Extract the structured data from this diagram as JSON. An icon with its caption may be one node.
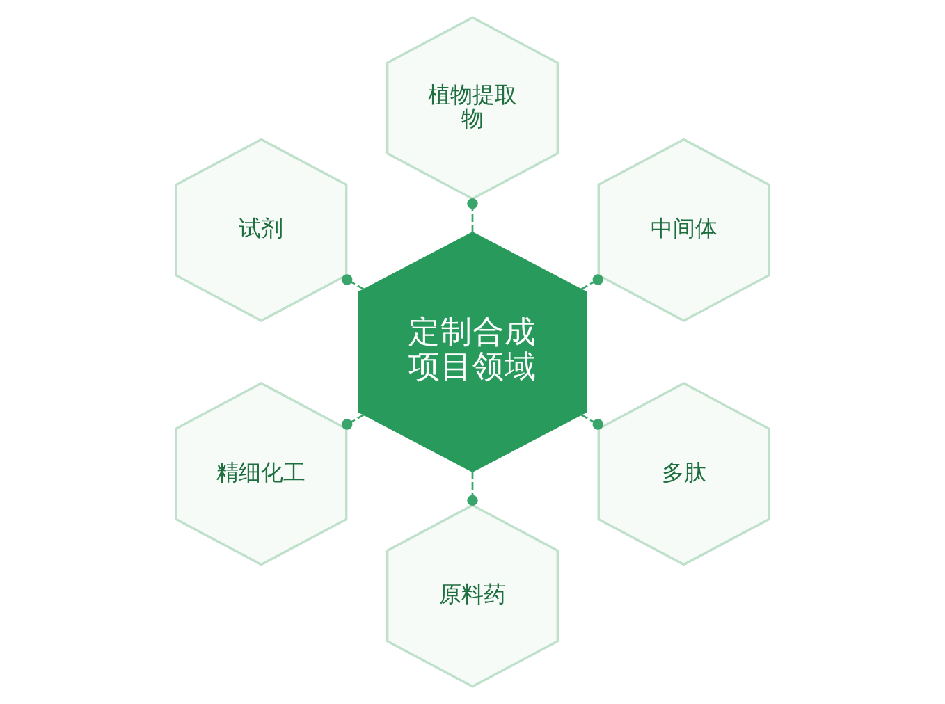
{
  "diagram": {
    "nodes": [
      {
        "text": [
          "定制合成项目领域"
        ]
      },
      {
        "text": [
          "中间体"
        ]
      },
      {
        "text": [
          "植物提取物"
        ]
      },
      {
        "text": [
          "试剂"
        ]
      },
      {
        "text": [
          "精细化工"
        ]
      },
      {
        "text": [
          "原料药"
        ]
      },
      {
        "text": [
          "多肽"
        ]
      }
    ],
    "edges": [
      {
        "from": 0,
        "to": 1,
        "arrow": "other",
        "style": "dashed"
      },
      {
        "from": 0,
        "to": 2,
        "arrow": "other",
        "style": "dashed"
      },
      {
        "from": 0,
        "to": 3,
        "arrow": "other",
        "style": "dashed"
      },
      {
        "from": 0,
        "to": 4,
        "arrow": "other",
        "style": "dashed"
      },
      {
        "from": 0,
        "to": 5,
        "arrow": "other",
        "style": "dashed"
      },
      {
        "from": 0,
        "to": 6,
        "arrow": "other",
        "style": "dashed"
      }
    ]
  }
}
